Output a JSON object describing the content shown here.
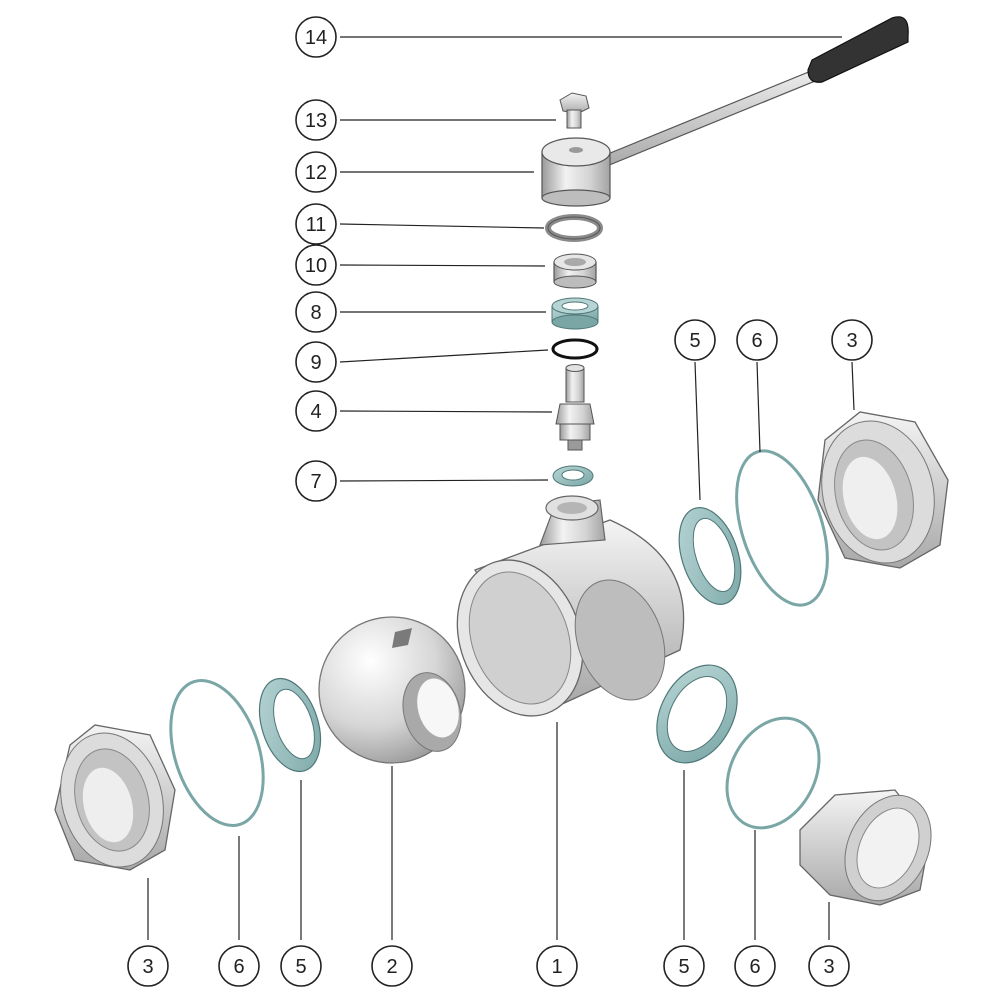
{
  "parts": [
    {
      "id": "p14",
      "number": "14",
      "name": "handle"
    },
    {
      "id": "p13",
      "number": "13",
      "name": "bolt"
    },
    {
      "id": "p12",
      "number": "12",
      "name": "handle-hub"
    },
    {
      "id": "p11",
      "number": "11",
      "name": "ring"
    },
    {
      "id": "p10",
      "number": "10",
      "name": "stem-nut"
    },
    {
      "id": "p8",
      "number": "8",
      "name": "stem-seal"
    },
    {
      "id": "p9",
      "number": "9",
      "name": "o-ring"
    },
    {
      "id": "p4",
      "number": "4",
      "name": "stem"
    },
    {
      "id": "p7",
      "number": "7",
      "name": "stem-washer"
    },
    {
      "id": "p5a",
      "number": "5",
      "name": "seat-upper-right"
    },
    {
      "id": "p6a",
      "number": "6",
      "name": "o-ring-upper-right"
    },
    {
      "id": "p3a",
      "number": "3",
      "name": "end-connector-upper-right"
    },
    {
      "id": "p3b",
      "number": "3",
      "name": "end-connector-left"
    },
    {
      "id": "p6b",
      "number": "6",
      "name": "o-ring-left"
    },
    {
      "id": "p5b",
      "number": "5",
      "name": "seat-left"
    },
    {
      "id": "p2",
      "number": "2",
      "name": "ball"
    },
    {
      "id": "p1",
      "number": "1",
      "name": "body"
    },
    {
      "id": "p5c",
      "number": "5",
      "name": "seat-lower-right"
    },
    {
      "id": "p6c",
      "number": "6",
      "name": "o-ring-lower-right"
    },
    {
      "id": "p3c",
      "number": "3",
      "name": "end-connector-lower-right"
    }
  ],
  "colors": {
    "seal": "#8fb8b8",
    "metal_light": "#e8e8e8",
    "metal_mid": "#c9c9c9",
    "metal_dark": "#9a9a9a",
    "grip": "#333333",
    "oring": "#111111",
    "line": "#222222"
  }
}
